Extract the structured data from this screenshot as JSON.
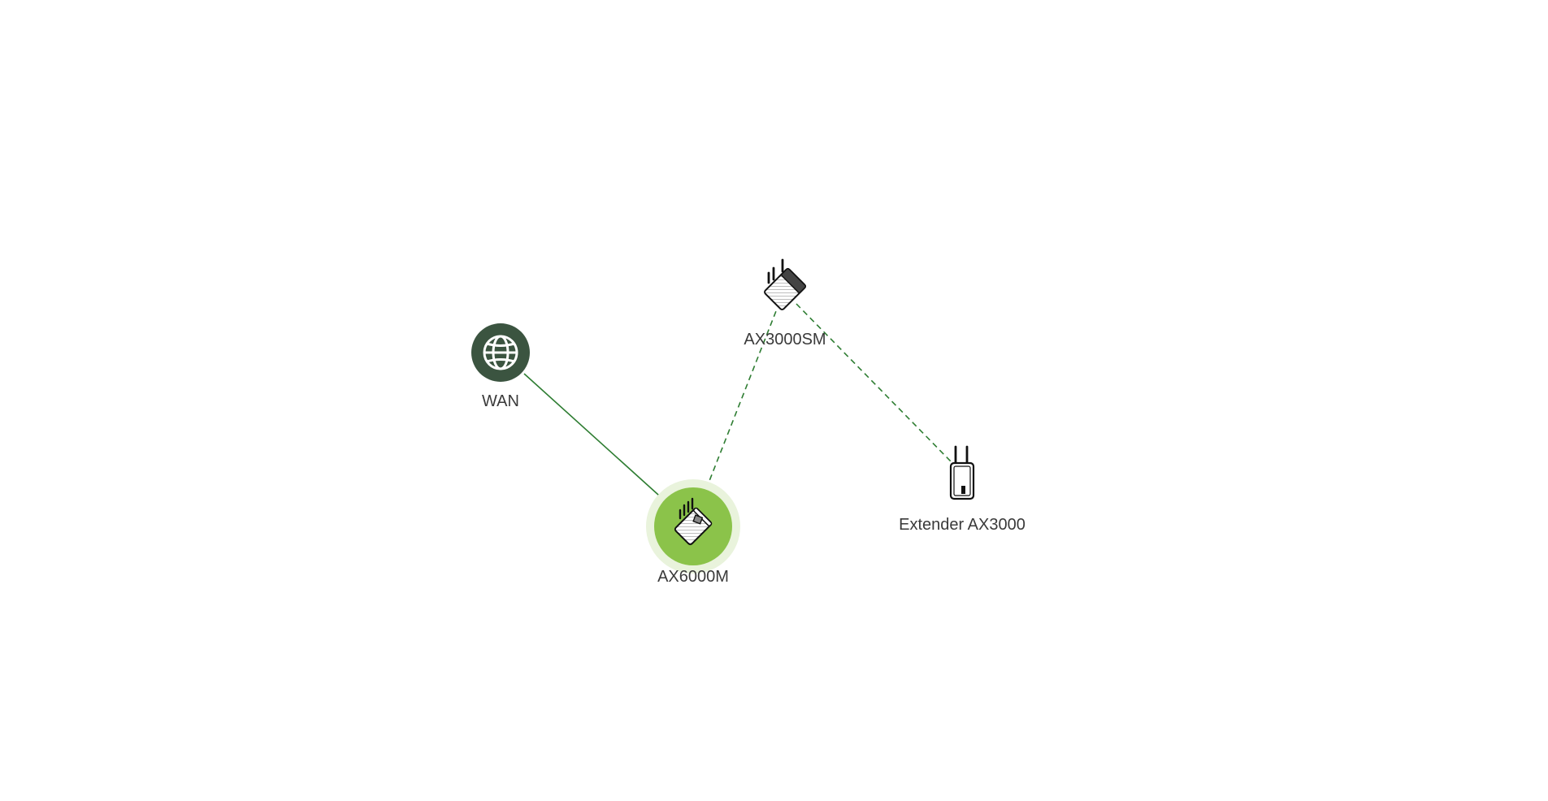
{
  "topology": {
    "colors": {
      "wired_link": "#2e7d32",
      "wireless_link": "#2e7d32",
      "wan_fill": "#3b5440",
      "active_fill": "#8bc34a",
      "active_halo": "#e9f3dc",
      "icon_stroke": "#111111",
      "label_text": "#3a3a3a"
    },
    "nodes": [
      {
        "id": "wan",
        "label": "WAN",
        "icon": "globe-icon",
        "kind": "internet"
      },
      {
        "id": "ax6000m",
        "label": "AX6000M",
        "icon": "router-icon",
        "kind": "main-router",
        "active": true
      },
      {
        "id": "ax3000sm",
        "label": "AX3000SM",
        "icon": "router-icon",
        "kind": "satellite"
      },
      {
        "id": "extender",
        "label": "Extender AX3000",
        "icon": "extender-icon",
        "kind": "extender"
      }
    ],
    "links": [
      {
        "from": "wan",
        "to": "ax6000m",
        "type": "wired"
      },
      {
        "from": "ax6000m",
        "to": "ax3000sm",
        "type": "wireless"
      },
      {
        "from": "ax3000sm",
        "to": "extender",
        "type": "wireless"
      }
    ]
  }
}
